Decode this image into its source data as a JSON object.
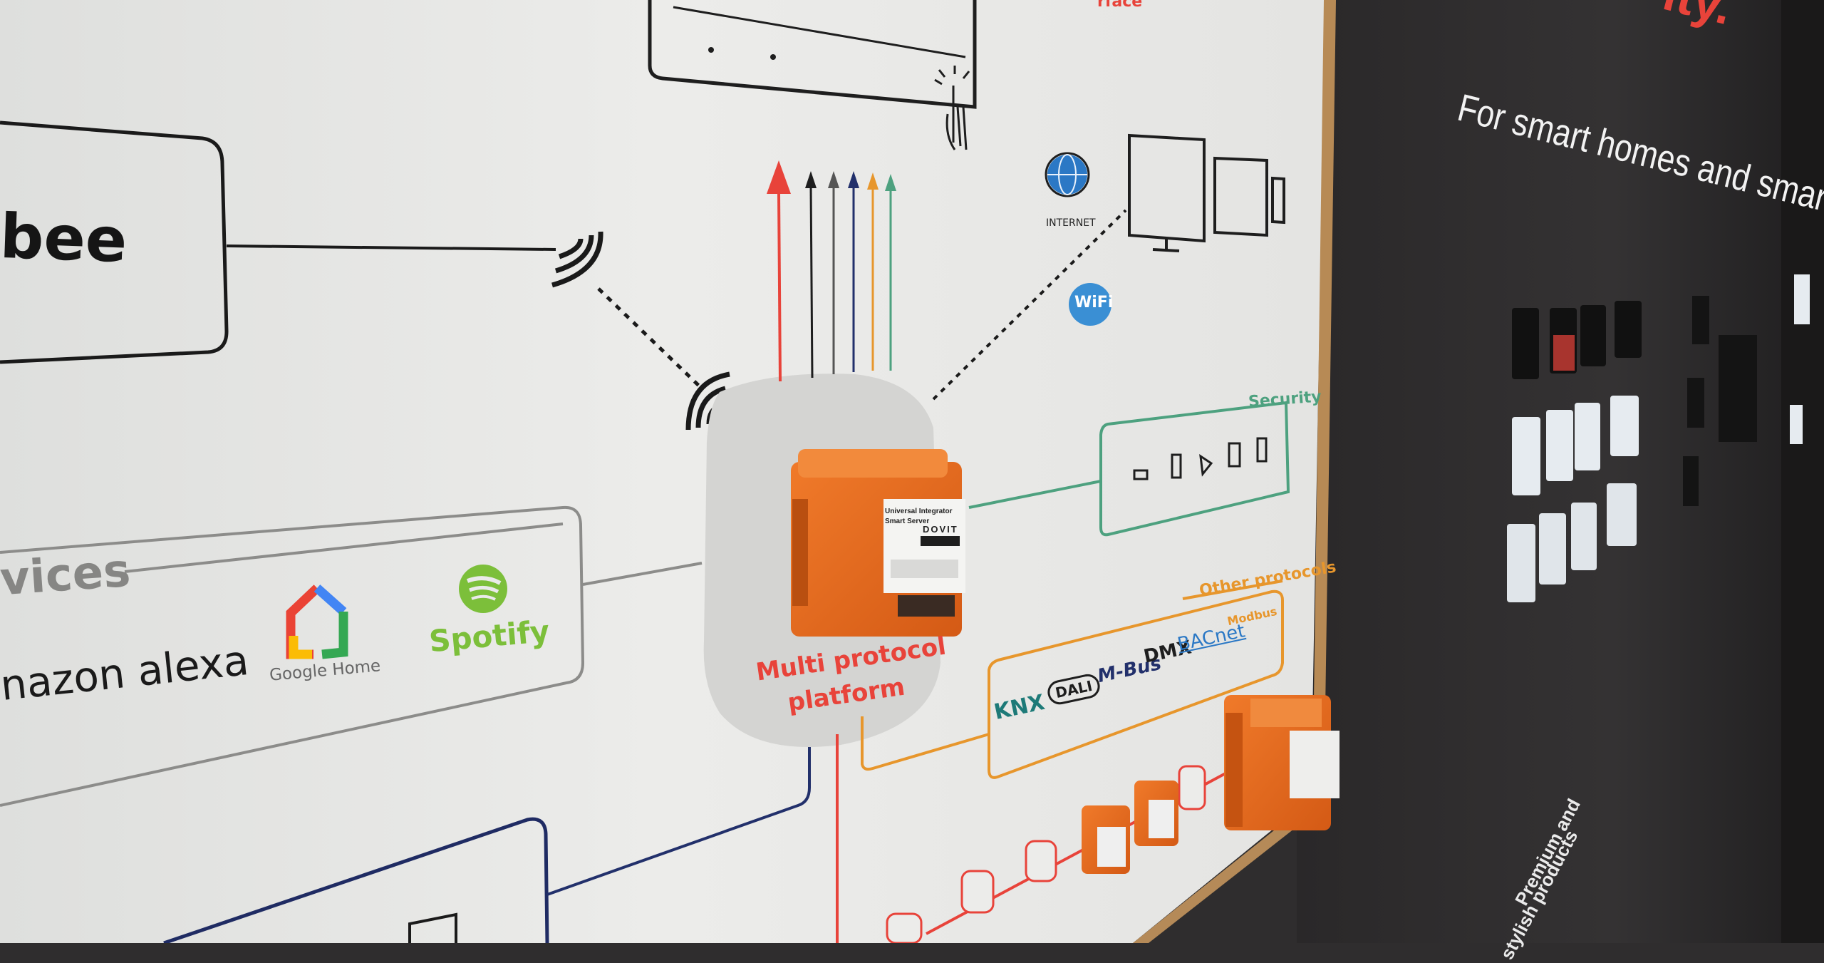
{
  "board": {
    "zigbee_fragment": "bee",
    "services_fragment": "vices",
    "amazon_alexa": "nazon alexa",
    "google_home": "Google Home",
    "spotify": "Spotify",
    "internet": "INTERNET",
    "wifi": "WiFi",
    "security": "Security",
    "other_protocols": "Other protocols",
    "protocols": [
      "KNX",
      "DALI",
      "M-Bus",
      "DMX",
      "BACnet",
      "Modbus"
    ],
    "hub_label_line1": "Multi protocol",
    "hub_label_line2": "platform",
    "top_fragment": "rface"
  },
  "device": {
    "brand": "DOVIT",
    "line1": "Universal Integrator",
    "line2": "Smart Server"
  },
  "wall": {
    "heading": "For smart homes and smart buildings",
    "heading_accent": "ity.",
    "tagline_line1": "Premium and",
    "tagline_line2": "stylish products"
  },
  "colors": {
    "board_bg": "#e9e9e7",
    "wall_bg": "#302e2f",
    "accent_red": "#e8433a",
    "device_orange": "#e5691f",
    "line_dark": "#1e1e1e",
    "line_blue": "#22306b",
    "line_green": "#4da17f",
    "line_orange": "#e7962c",
    "line_grey": "#8a8a8a",
    "spotify_green": "#7cbf3a"
  }
}
